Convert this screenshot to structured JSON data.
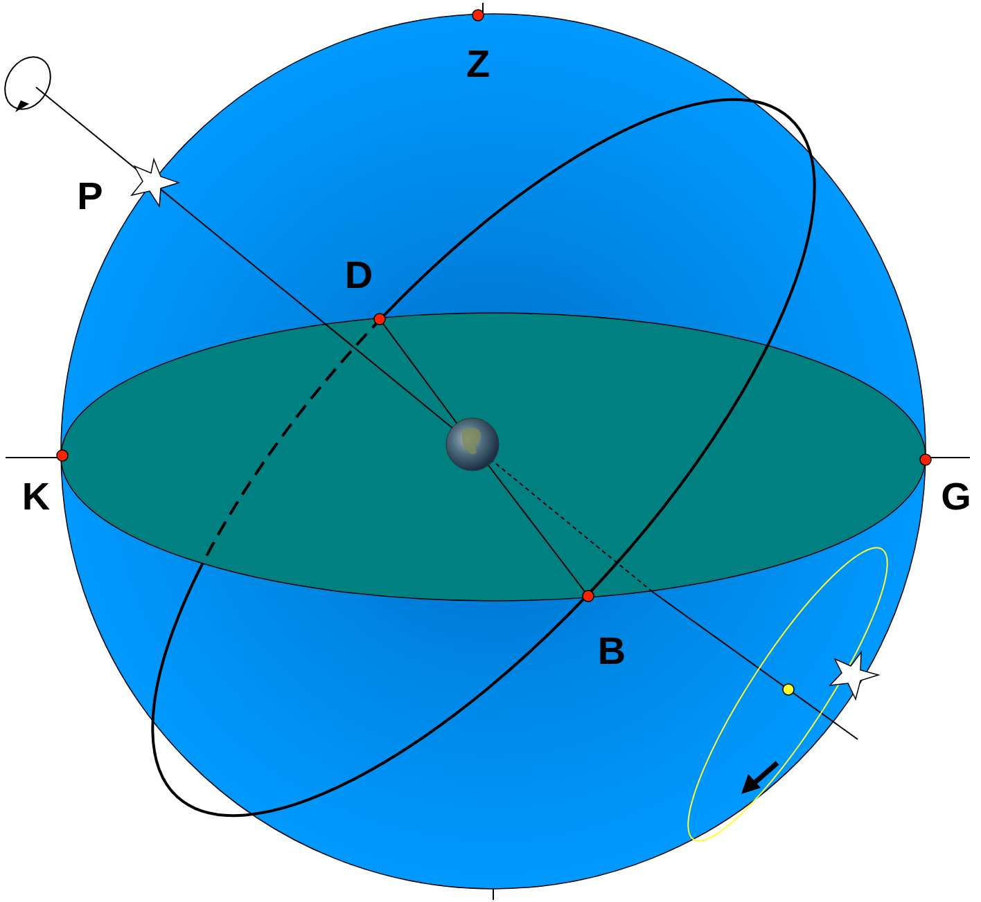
{
  "diagram": {
    "labels": [
      "Z",
      "P",
      "D",
      "K",
      "G",
      "B"
    ]
  }
}
